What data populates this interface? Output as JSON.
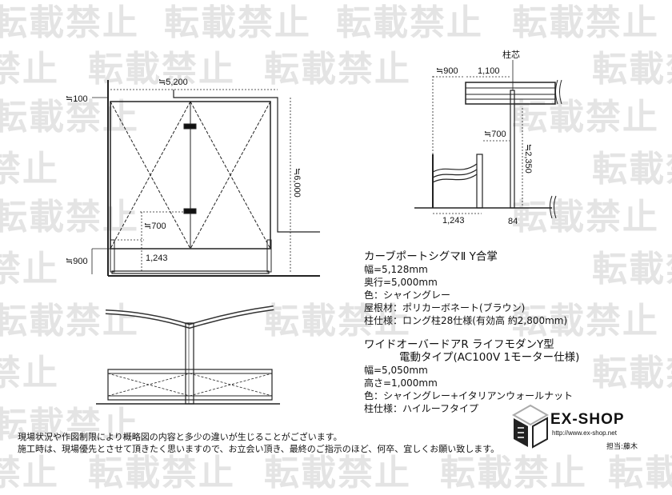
{
  "watermark": "転載禁止",
  "plan_view": {
    "width_dim": "≒5,200",
    "top_offset_dim": "≒100",
    "left_gate_dim": "≒900",
    "depth_dim": "≒6,000",
    "motor_dim": "≒700",
    "gate_depth_dim": "1,243"
  },
  "side_view": {
    "post_center_label": "柱芯",
    "overhang_dim": "≒900",
    "post_offset_dim": "1,100",
    "motor_dim": "≒700",
    "height_dim": "≒2,350",
    "gate_depth_dim": "1,243",
    "post_width_dim": "84"
  },
  "specs": {
    "carport": {
      "title": "カーブポートシグマⅡ Y合掌",
      "lines": [
        "幅=5,128mm",
        "奥行=5,000mm",
        "色：シャイングレー",
        "屋根材：ポリカーボネート(ブラウン)",
        "柱仕様：ロング柱28仕様(有効高 約2,800mm)"
      ]
    },
    "gate": {
      "title": "ワイドオーバードアR ライフモダンY型",
      "subtitle": "電動タイプ(AC100V 1モーター仕様)",
      "lines": [
        "幅=5,050mm",
        "高さ=1,000mm",
        "色：シャイングレー+イタリアンウォールナット",
        "柱仕様：ハイルーフタイプ"
      ]
    }
  },
  "notes": [
    "現場状況や作図制限により概略図の内容と多少の違いが生じることがございます。",
    "施工時は、現場優先とさせて頂きたく思いますので、お立会い頂き、最終のご指示のほど、何卒、宜しくお願い致します。"
  ],
  "logo": {
    "name": "EX-SHOP",
    "url": "http://www.ex-shop.net"
  },
  "staff": "担当:藤木"
}
